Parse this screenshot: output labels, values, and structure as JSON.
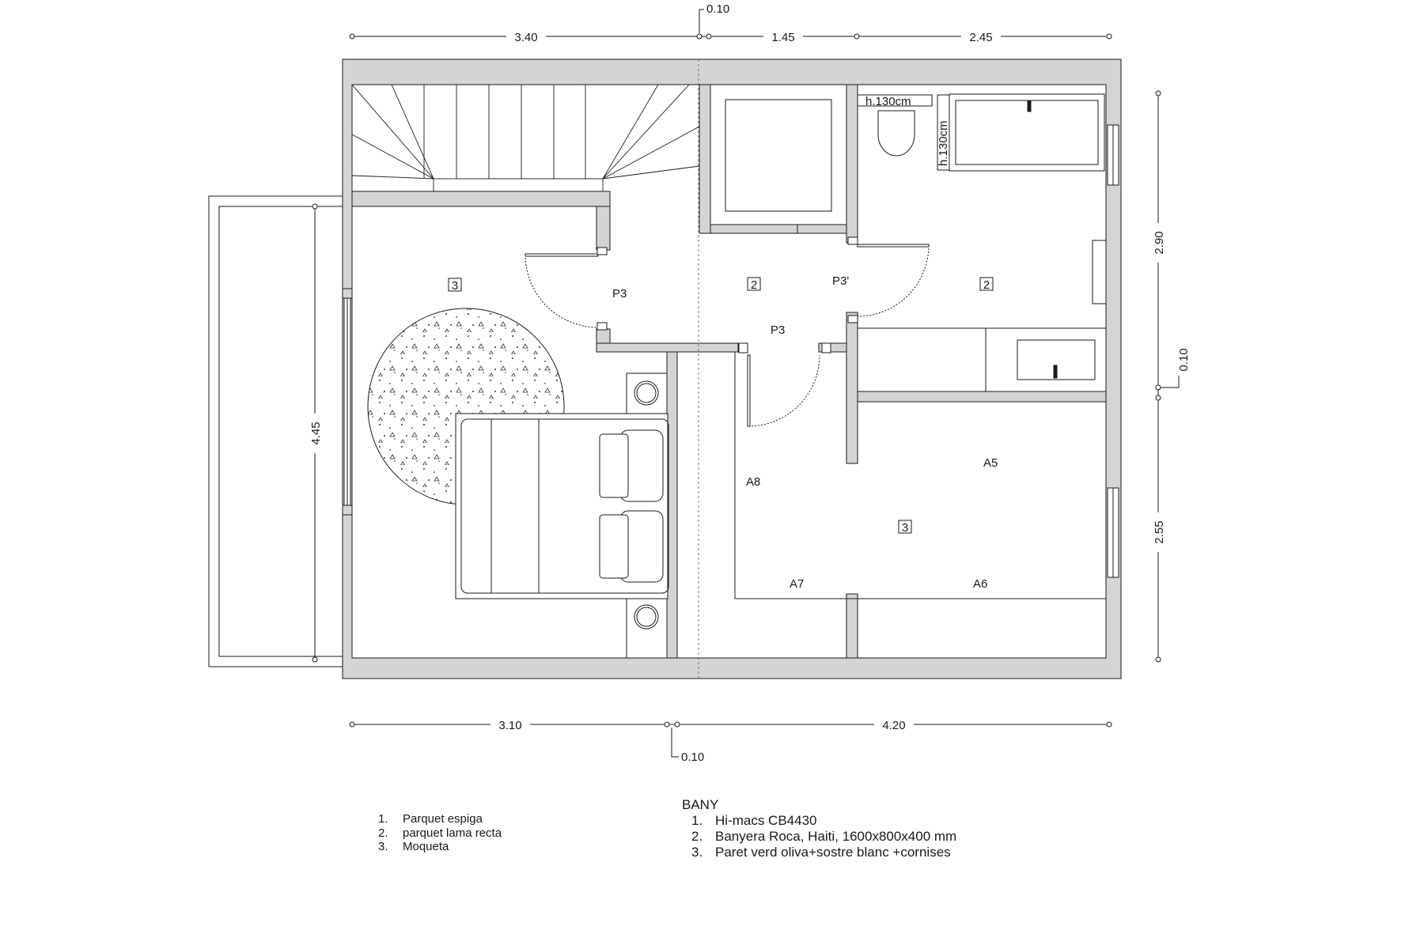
{
  "dimensions": {
    "top": [
      "3.40",
      "1.45",
      "2.45"
    ],
    "top_small": "0.10",
    "bottom": [
      "3.10",
      "4.20"
    ],
    "bottom_small": "0.10",
    "right": [
      "2.90",
      "2.55"
    ],
    "right_small": "0.10",
    "left": "4.45"
  },
  "heights": {
    "h1": "h.130cm",
    "h2": "h.130cm"
  },
  "doors": {
    "d1": "P3",
    "d2": "P3",
    "d3": "P3'"
  },
  "cabinets": {
    "a5": "A5",
    "a6": "A6",
    "a7": "A7",
    "a8": "A8"
  },
  "finish_tags": {
    "bedroom": "3",
    "hall": "2",
    "bath": "2",
    "dressing": "3"
  },
  "legend_floors": {
    "items": [
      {
        "num": "1.",
        "text": "Parquet espiga"
      },
      {
        "num": "2.",
        "text": "parquet lama recta"
      },
      {
        "num": "3.",
        "text": "Moqueta"
      }
    ]
  },
  "legend_bath": {
    "title": "BANY",
    "items": [
      {
        "num": "1.",
        "text": "Hi-macs CB4430"
      },
      {
        "num": "2.",
        "text": "Banyera Roca, Haiti, 1600x800x400 mm"
      },
      {
        "num": "3.",
        "text": "Paret verd oliva+sostre blanc +cornises"
      }
    ]
  },
  "colors": {
    "wall": "#d4d4d4",
    "line": "#1a1a1a"
  }
}
